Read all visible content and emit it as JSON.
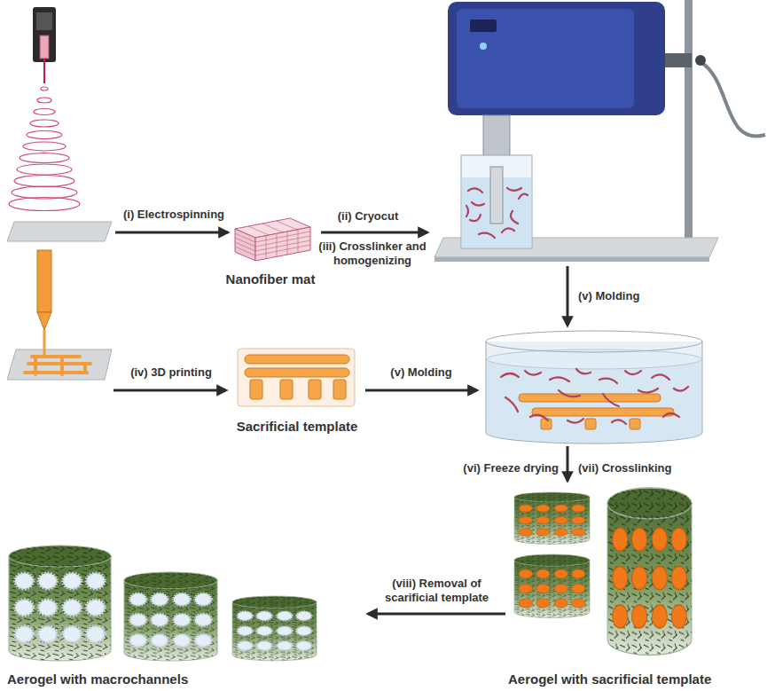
{
  "diagram": {
    "nodes": [
      {
        "text": [
          "Nanofiber mat"
        ]
      },
      {
        "text": [
          "Sacrificial template"
        ]
      },
      {
        "text": [
          "Aerogel with sacrificial template"
        ]
      },
      {
        "text": [
          "Aerogel with macrochannels"
        ]
      }
    ],
    "edges": [
      {
        "from": 2,
        "to": 3,
        "arrow": "to",
        "label": "(viii) Removal of scarificial template"
      }
    ],
    "labels": [
      "(i) Electrospinning",
      "(ii) Cryocut",
      "(iii) Crosslinker and homogenizing",
      "(v) Molding",
      "(iv) 3D printing",
      "(v) Molding",
      "(vi) Freeze drying",
      "(vii) Crosslinking"
    ]
  }
}
